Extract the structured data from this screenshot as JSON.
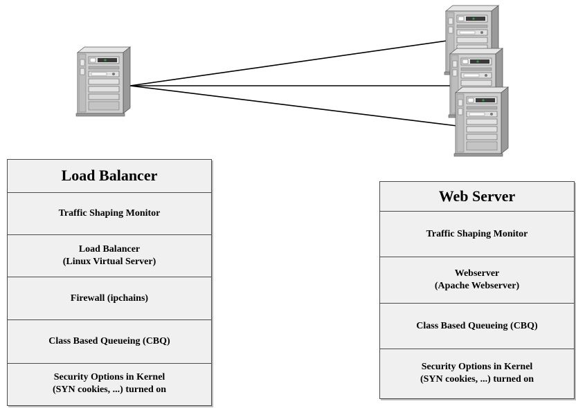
{
  "load_balancer": {
    "title": "Load Balancer",
    "layers": [
      {
        "line1": "Traffic Shaping Monitor",
        "line2": ""
      },
      {
        "line1": "Load Balancer",
        "line2": "(Linux Virtual Server)"
      },
      {
        "line1": "Firewall (ipchains)",
        "line2": ""
      },
      {
        "line1": "Class Based Queueing (CBQ)",
        "line2": ""
      },
      {
        "line1": "Security Options in Kernel",
        "line2": "(SYN cookies, ...) turned on"
      }
    ]
  },
  "web_server": {
    "title": "Web Server",
    "layers": [
      {
        "line1": "Traffic Shaping Monitor",
        "line2": ""
      },
      {
        "line1": "Webserver",
        "line2": "(Apache Webserver)"
      },
      {
        "line1": "Class Based Queueing (CBQ)",
        "line2": ""
      },
      {
        "line1": "Security Options in Kernel",
        "line2": "(SYN cookies, ...) turned on"
      }
    ]
  },
  "colors": {
    "server_light": "#d6d6d6",
    "server_mid": "#b8b8b8",
    "server_dark": "#8c8c8c",
    "panel_fill": "#f0f0f0",
    "led_green": "#2e9e3e",
    "connection_line": "#000000"
  },
  "icons": [
    "server-tower-icon"
  ]
}
